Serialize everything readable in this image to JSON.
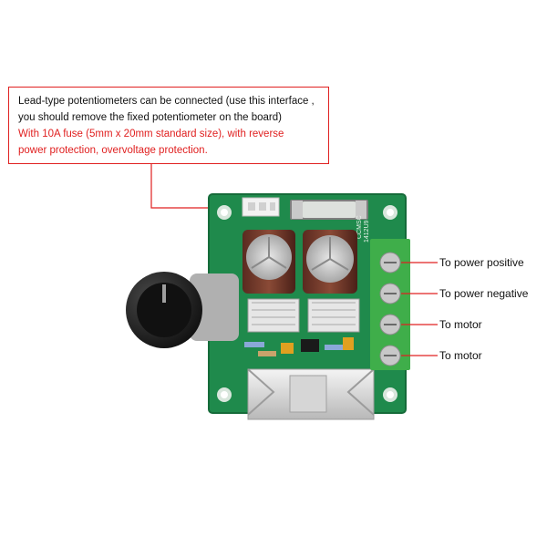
{
  "callout": {
    "line1": "Lead-type potentiometers can be connected (use this interface ,",
    "line2": "you should remove the fixed potentiometer on the board)",
    "line3": "With 10A fuse (5mm x 20mm standard size), with reverse",
    "line4": "power protection, overvoltage protection."
  },
  "board": {
    "silk_1": "CCMSC",
    "silk_2": "1412U9"
  },
  "terminals": [
    {
      "label": "To power positive"
    },
    {
      "label": "To power negative"
    },
    {
      "label": "To motor"
    },
    {
      "label": "To motor"
    }
  ],
  "colors": {
    "callout_border": "#e02020",
    "red_text": "#e02020",
    "pcb_green": "#1f8a4c",
    "terminal_green": "#3fae4a"
  }
}
